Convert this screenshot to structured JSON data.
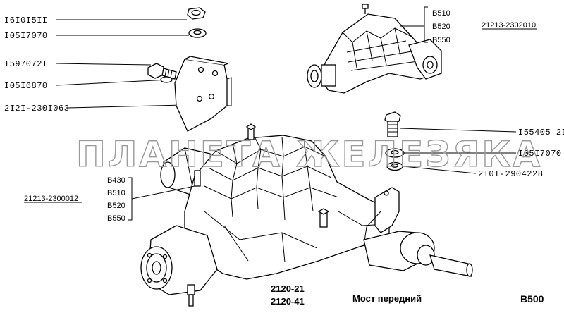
{
  "callouts_left": [
    {
      "code": "I6I0I5II"
    },
    {
      "code": "I05I7070"
    },
    {
      "code": "I597072I"
    },
    {
      "code": "I05I6870"
    },
    {
      "code": "2I2I-230I063"
    }
  ],
  "callouts_right": [
    {
      "code": "I55405 2I"
    },
    {
      "code": "I05I7070"
    },
    {
      "code": "2I0I-2904228"
    }
  ],
  "top_assembly": {
    "part_number": "21213-2302010",
    "variants": [
      "B510",
      "B520",
      "B550"
    ]
  },
  "main_assembly": {
    "part_number": "21213-2300012",
    "variants": [
      "B430",
      "B510",
      "B520",
      "B550"
    ]
  },
  "footer": {
    "models": [
      "2120-21",
      "2120-41"
    ],
    "title": "Мост передний",
    "code": "B500"
  },
  "watermark": "ПЛАНЕТА ЖЕЛЕЗЯКА"
}
